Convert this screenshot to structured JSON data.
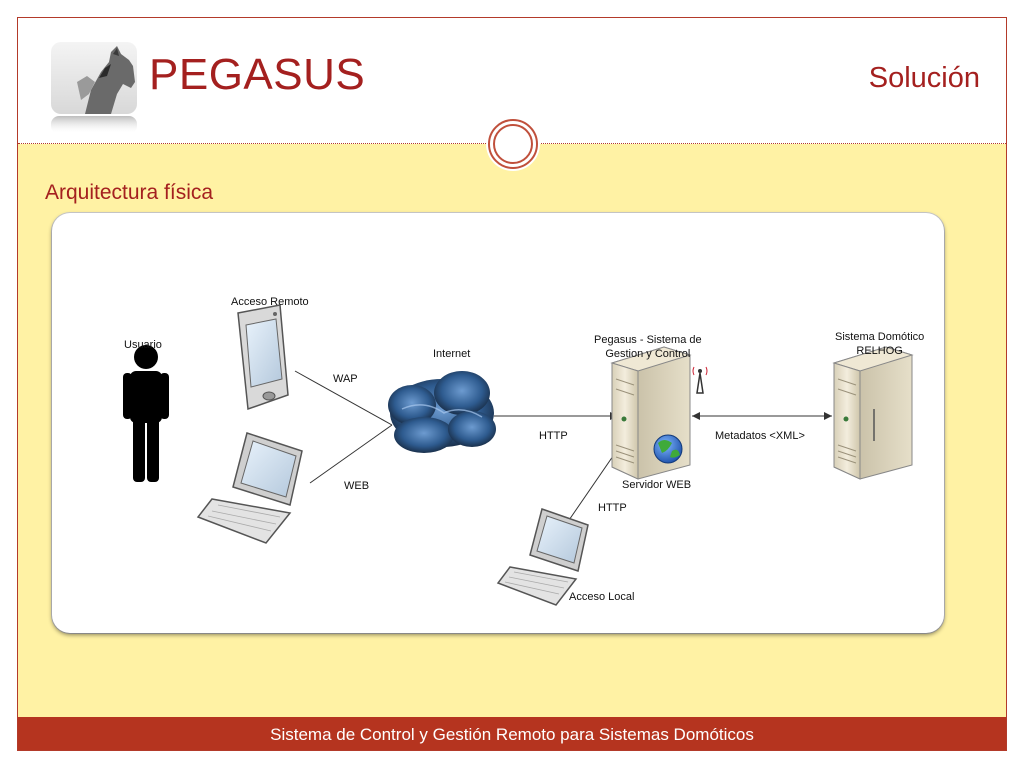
{
  "header": {
    "title": "PEGASUS",
    "section": "Solución"
  },
  "subtitle": "Arquitectura física",
  "footer": "Sistema de Control y Gestión Remoto para Sistemas Domóticos",
  "diagram": {
    "usuario": "Usuario",
    "acceso_remoto": "Acceso Remoto",
    "wap": "WAP",
    "web": "WEB",
    "internet": "Internet",
    "http_main": "HTTP",
    "pegasus_line1": "Pegasus - Sistema de",
    "pegasus_line2": "Gestion y Control",
    "servidor_web": "Servidor WEB",
    "metadatos": "Metadatos <XML>",
    "domotico_line1": "Sistema Domótico",
    "domotico_line2": "RELHOG",
    "http_local": "HTTP",
    "acceso_local": "Acceso Local"
  },
  "colors": {
    "accent": "#a4201f",
    "footer_bg": "#b5341f",
    "content_bg": "#fff2a4"
  }
}
